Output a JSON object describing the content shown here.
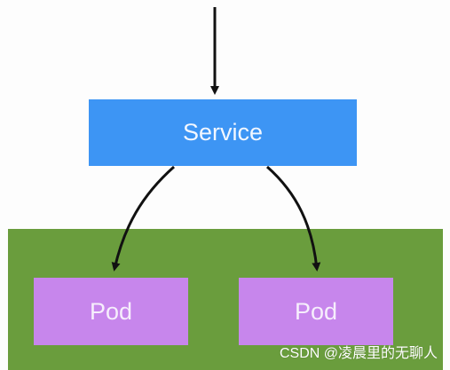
{
  "diagram": {
    "nodes": {
      "service": {
        "label": "Service",
        "fill": "#3d95f4",
        "text_color": "#f2f7ff"
      },
      "pod_left": {
        "label": "Pod",
        "fill": "#c786ec",
        "text_color": "#f6eefc"
      },
      "pod_right": {
        "label": "Pod",
        "fill": "#c786ec",
        "text_color": "#f6eefc"
      }
    },
    "cluster": {
      "fill": "#6a9d3d"
    },
    "edges": [
      {
        "from": "external",
        "to": "service"
      },
      {
        "from": "service",
        "to": "pod_left"
      },
      {
        "from": "service",
        "to": "pod_right"
      }
    ],
    "edge_color": "#111111"
  },
  "watermark": {
    "text": "CSDN @凌晨里的无聊人"
  }
}
